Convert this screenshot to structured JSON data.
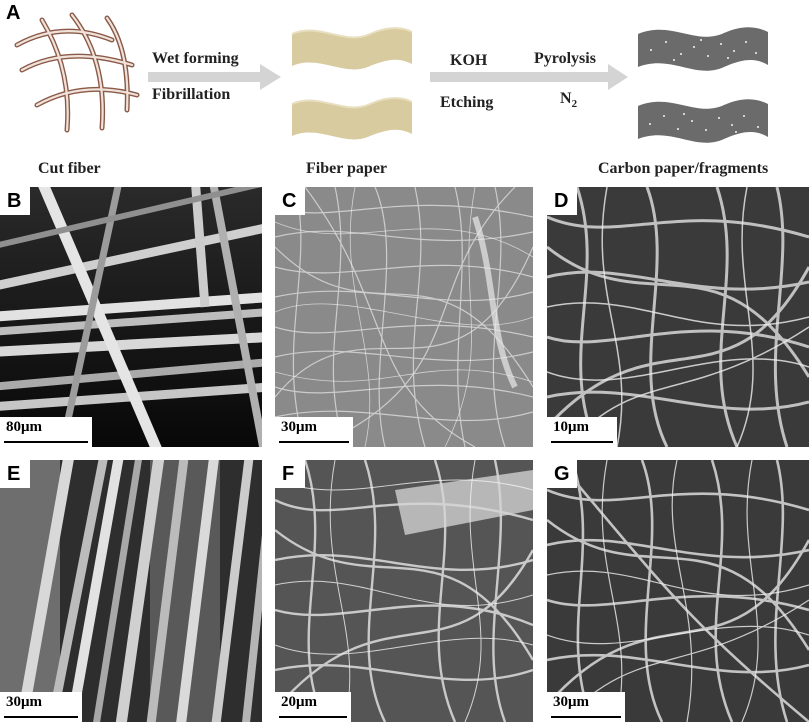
{
  "panel_labels": {
    "a": "A",
    "b": "B",
    "c": "C",
    "d": "D",
    "e": "E",
    "f": "F",
    "g": "G"
  },
  "scheme": {
    "step1_top": "Wet forming",
    "step1_bottom": "Fibrillation",
    "step2_top": "KOH",
    "step2_bottom": "Etching",
    "step3_top": "Pyrolysis",
    "step3_bottom_main": "N",
    "step3_bottom_sub": "2",
    "caption_left": "Cut fiber",
    "caption_middle": "Fiber paper",
    "caption_right": "Carbon paper/fragments"
  },
  "scale_bars": {
    "b": "80μm",
    "c": "30μm",
    "d": "10μm",
    "e": "30μm",
    "f": "20μm",
    "g": "30μm"
  },
  "colors": {
    "fiber_paper": "#d9cba0",
    "carbon_paper": "#6d6d6d",
    "arrow": "#cfcfcf",
    "cut_fiber": "#b9806a"
  }
}
